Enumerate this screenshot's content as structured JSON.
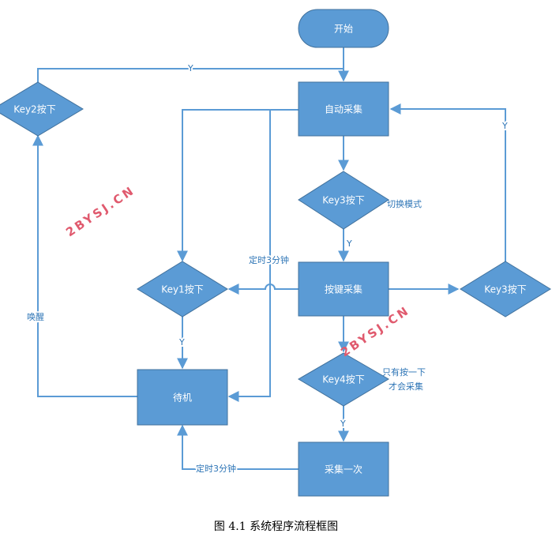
{
  "nodes": {
    "start": "开始",
    "auto": "自动采集",
    "key3_top": "Key3按下",
    "key_collect": "按键采集",
    "key3_right": "Key3按下",
    "key4": "Key4按下",
    "once": "采集一次",
    "standby": "待机",
    "key1": "Key1按下",
    "key2": "Key2按下"
  },
  "labels": {
    "y_top": "Y",
    "y_right": "Y",
    "y_key3": "Y",
    "y_key1": "Y",
    "y_key4": "Y",
    "switch_mode": "切换模式",
    "timer_auto": "定时3分钟",
    "timer_once": "定时3分钟",
    "wake": "唤醒",
    "only_press_1": "只有按一下",
    "only_press_2": "才会采集"
  },
  "watermarks": [
    "2BYSJ.CN",
    "2BYSJ.CN"
  ],
  "colors": {
    "node_fill": "#5b9bd5",
    "line": "#5b9bd5",
    "label": "#2e75b6",
    "watermark": "#e05a6e"
  },
  "caption": "图 4.1  系统程序流程框图"
}
